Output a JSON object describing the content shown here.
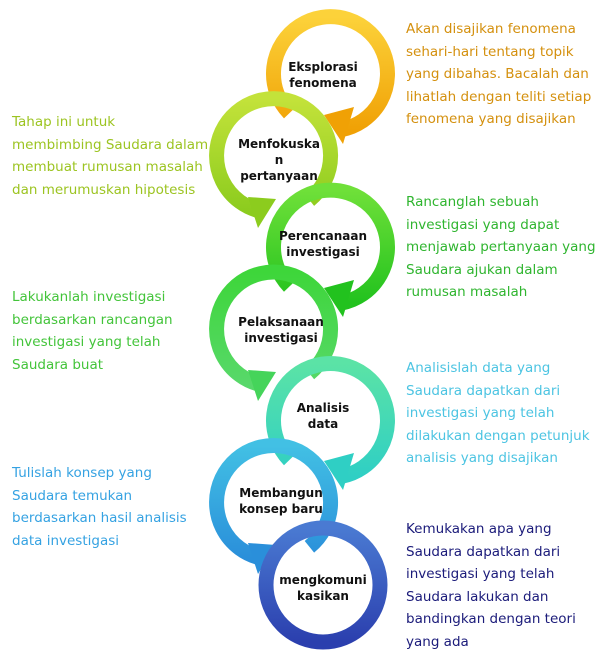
{
  "colors": {
    "step1": "#f5b30c",
    "step2": "#a8d522",
    "step3": "#3ecf2a",
    "step4": "#3ecf2a",
    "step5": "#37d9b2",
    "step6": "#3aa6e0",
    "step7": "#3a59c4",
    "desc1": "#d4900e",
    "desc2": "#9cc421",
    "desc3": "#2fb52f",
    "desc4": "#43c43a",
    "desc5": "#4cc4e2",
    "desc6": "#35a2e2",
    "desc7": "#1b1b7a"
  },
  "steps": [
    {
      "label": "Eksplorasi\nfenomena",
      "description": "Akan disajikan fenomena\nsehari-hari tentang topik\nyang dibahas. Bacalah dan\nlihatlah dengan teliti setiap\nfenomena yang disajikan"
    },
    {
      "label": "Menfokuska\nn\npertanyaan",
      "description": "Tahap ini untuk\nmembimbing Saudara dalam\nmembuat rumusan masalah\ndan merumuskan hipotesis"
    },
    {
      "label": "Perencanaan\ninvestigasi",
      "description": "Rancanglah sebuah\ninvestigasi yang dapat\nmenjawab pertanyaan yang\nSaudara ajukan dalam\nrumusan masalah"
    },
    {
      "label": "Pelaksanaan\ninvestigasi",
      "description": "Lakukanlah investigasi\nberdasarkan rancangan\ninvestigasi yang telah\nSaudara buat"
    },
    {
      "label": "Analisis\ndata",
      "description": "Analisislah data yang\nSaudara dapatkan dari\ninvestigasi yang telah\ndilakukan dengan petunjuk\nanalisis yang disajikan"
    },
    {
      "label": "Membangun\nkonsep baru",
      "description": "Tulislah konsep yang\nSaudara temukan\nberdasarkan hasil analisis\ndata investigasi"
    },
    {
      "label": "mengkomuni\nkasikan",
      "description": "Kemukakan apa yang\nSaudara dapatkan dari\ninvestigasi yang telah\nSaudara lakukan dan\nbandingkan dengan teori\nyang ada"
    }
  ]
}
